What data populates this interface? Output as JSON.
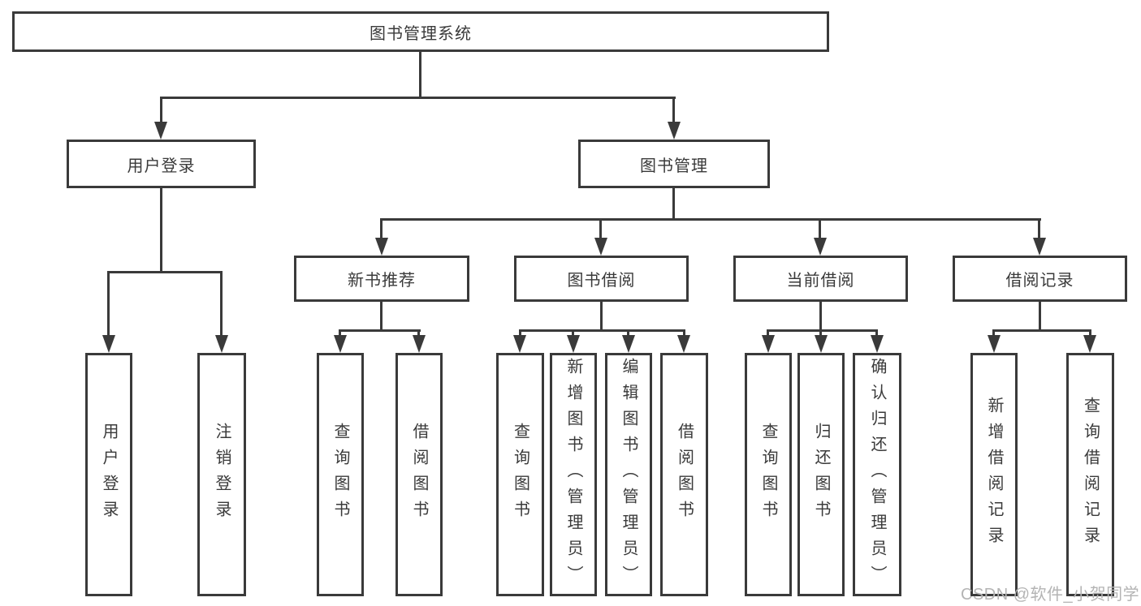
{
  "diagram": {
    "title": "图书管理系统",
    "root": {
      "label": "图书管理系统"
    },
    "branches": {
      "user_login": {
        "label": "用户登录"
      },
      "book_mgmt": {
        "label": "图书管理"
      }
    },
    "modules": {
      "new_book_rec": {
        "label": "新书推荐"
      },
      "book_borrow": {
        "label": "图书借阅"
      },
      "current_borrow": {
        "label": "当前借阅"
      },
      "borrow_record": {
        "label": "借阅记录"
      }
    },
    "leaves": {
      "user_login_leaf": "用户登录",
      "logout": "注销登录",
      "rec_query_book": "查询图书",
      "rec_borrow_book": "借阅图书",
      "bb_query_book": "查询图书",
      "bb_add_book": "新增图书（管理员）",
      "bb_edit_book": "编辑图书（管理员）",
      "bb_borrow_book": "借阅图书",
      "cb_query_book": "查询图书",
      "cb_return_book": "归还图书",
      "cb_confirm_return": "确认归还（管理员）",
      "br_add_record": "新增借阅记录",
      "br_query_record": "查询借阅记录"
    }
  },
  "watermark": "CSDN @软件_小贺同学",
  "colors": {
    "line": "#3a3a3a",
    "text": "#3a3a3a",
    "watermark": "#b4b4b4",
    "background": "#ffffff"
  }
}
